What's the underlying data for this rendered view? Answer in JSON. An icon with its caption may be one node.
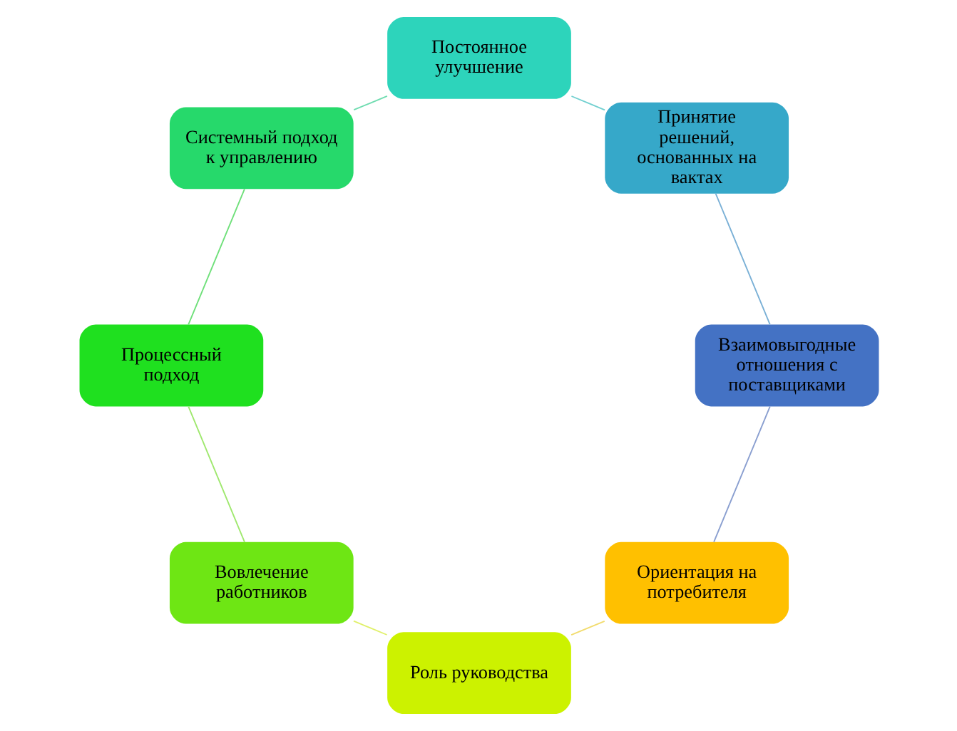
{
  "diagram": {
    "nodes": [
      {
        "text": [
          "Ориентация на потребителя"
        ]
      },
      {
        "text": [
          "Роль руководства"
        ]
      },
      {
        "text": [
          "Вовлечение работников"
        ]
      },
      {
        "text": [
          "Процессный подход"
        ]
      },
      {
        "text": [
          "Системный подход к управлению"
        ]
      },
      {
        "text": [
          "Постоянное улучшение"
        ]
      },
      {
        "text": [
          "Принятие решений, основанных на вактах"
        ]
      },
      {
        "text": [
          "Взаимовыгодные отношения с поставщиками"
        ]
      }
    ],
    "edges": [
      {
        "from": 0,
        "to": 1,
        "arrow": "none",
        "color": "#f2dc6e"
      },
      {
        "from": 1,
        "to": 2,
        "arrow": "none",
        "color": "#e0f06a"
      },
      {
        "from": 2,
        "to": 3,
        "arrow": "none",
        "color": "#9fe86e"
      },
      {
        "from": 3,
        "to": 4,
        "arrow": "none",
        "color": "#6fe07a"
      },
      {
        "from": 4,
        "to": 5,
        "arrow": "none",
        "color": "#6fdcb0"
      },
      {
        "from": 5,
        "to": 6,
        "arrow": "none",
        "color": "#72d0d0"
      },
      {
        "from": 6,
        "to": 7,
        "arrow": "none",
        "color": "#7ab0d6"
      },
      {
        "from": 7,
        "to": 0,
        "arrow": "none",
        "color": "#8a9fd0"
      }
    ]
  }
}
